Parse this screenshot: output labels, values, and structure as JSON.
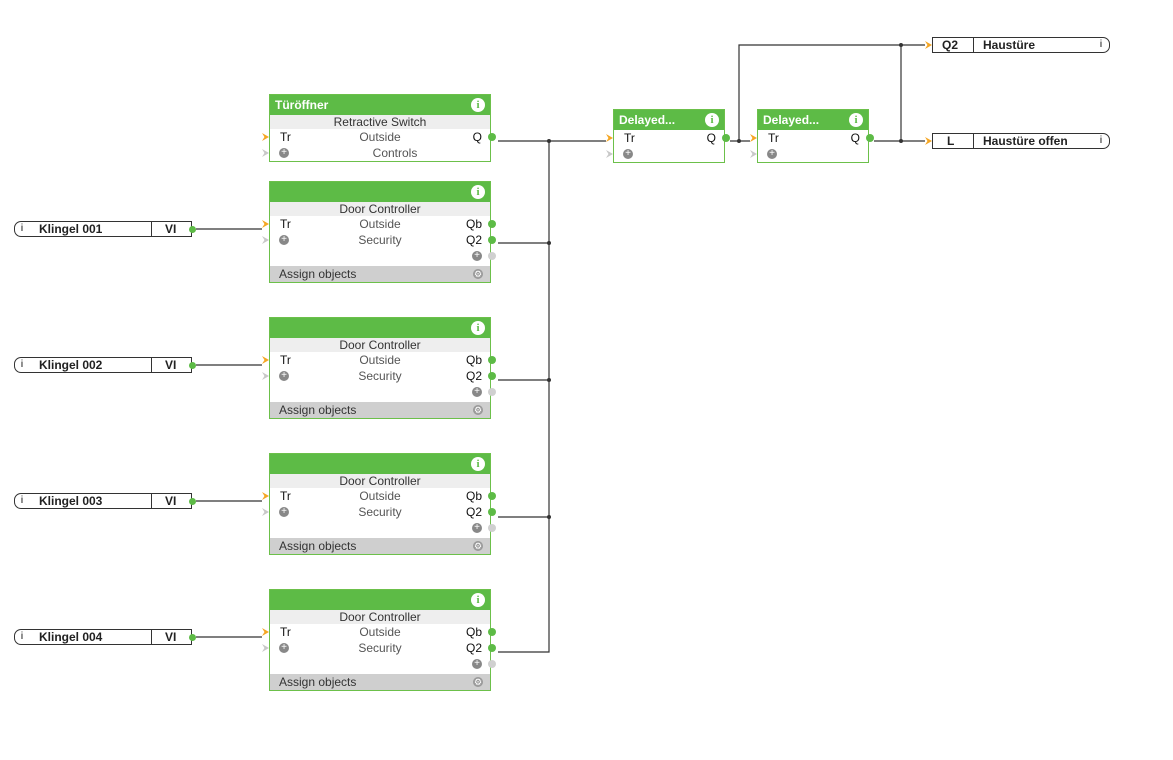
{
  "blocks": {
    "tueroeffner": {
      "title": "Türöffner",
      "subtitle": "Retractive Switch",
      "row1": {
        "left": "Tr",
        "mid": "Outside",
        "right": "Q"
      },
      "row2": {
        "mid": "Controls"
      }
    },
    "door1": {
      "title": "",
      "subtitle": "Door Controller",
      "row1": {
        "left": "Tr",
        "mid": "Outside",
        "right": "Qb"
      },
      "row2": {
        "mid": "Security",
        "right": "Q2"
      },
      "footer": "Assign objects"
    },
    "door2": {
      "title": "",
      "subtitle": "Door Controller",
      "row1": {
        "left": "Tr",
        "mid": "Outside",
        "right": "Qb"
      },
      "row2": {
        "mid": "Security",
        "right": "Q2"
      },
      "footer": "Assign objects"
    },
    "door3": {
      "title": "",
      "subtitle": "Door Controller",
      "row1": {
        "left": "Tr",
        "mid": "Outside",
        "right": "Qb"
      },
      "row2": {
        "mid": "Security",
        "right": "Q2"
      },
      "footer": "Assign objects"
    },
    "door4": {
      "title": "",
      "subtitle": "Door Controller",
      "row1": {
        "left": "Tr",
        "mid": "Outside",
        "right": "Qb"
      },
      "row2": {
        "mid": "Security",
        "right": "Q2"
      },
      "footer": "Assign objects"
    },
    "delayed1": {
      "title": "Delayed...",
      "row1": {
        "left": "Tr",
        "right": "Q"
      }
    },
    "delayed2": {
      "title": "Delayed...",
      "row1": {
        "left": "Tr",
        "right": "Q"
      }
    }
  },
  "inputs": [
    {
      "name": "Klingel 001",
      "type": "VI"
    },
    {
      "name": "Klingel 002",
      "type": "VI"
    },
    {
      "name": "Klingel 003",
      "type": "VI"
    },
    {
      "name": "Klingel 004",
      "type": "VI"
    }
  ],
  "outputs": [
    {
      "type": "Q2",
      "name": "Haustüre"
    },
    {
      "type": "L",
      "name": "Haustüre offen"
    }
  ],
  "icons": {
    "info": "info-icon",
    "plus": "add-input-icon",
    "gear": "settings-icon"
  },
  "colors": {
    "block_green": "#5dbb46",
    "input_orange": "#f5a623",
    "wire": "#333333"
  }
}
